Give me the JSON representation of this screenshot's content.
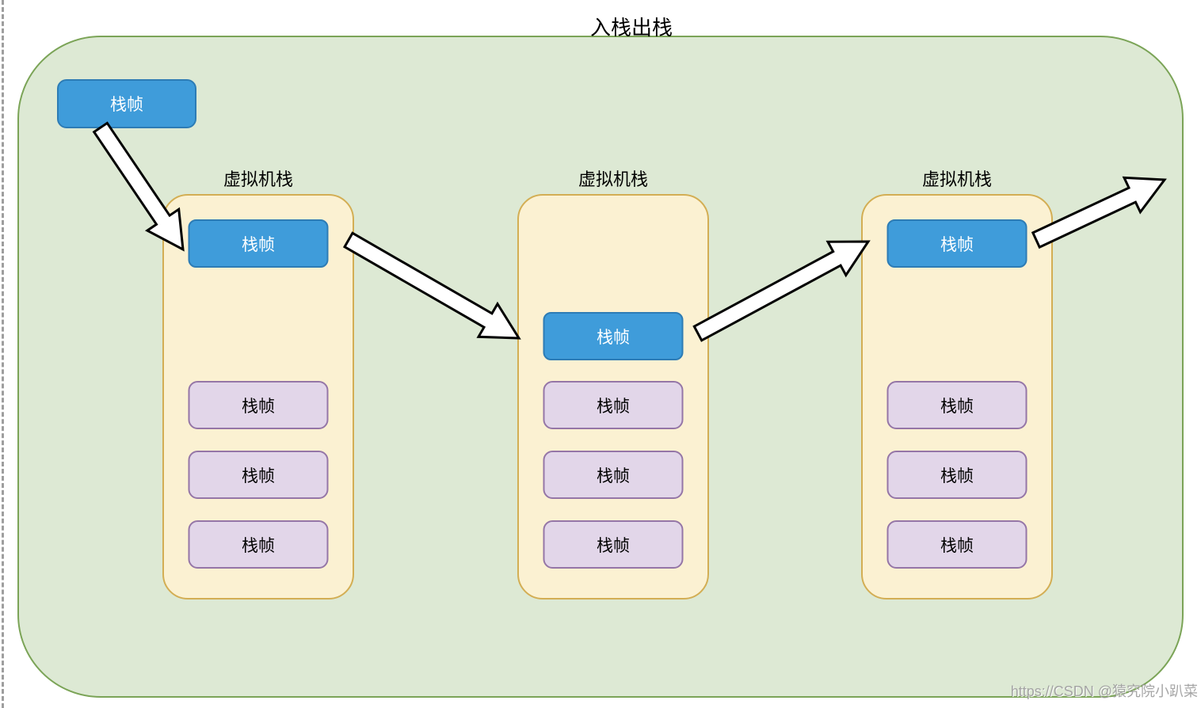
{
  "page": {
    "title": "入栈出栈",
    "watermark": "https://CSDN @猿究院小趴菜"
  },
  "diagram": {
    "incoming_frame": "栈帧",
    "stacks": [
      {
        "label": "虚拟机栈",
        "active_frame": "栈帧",
        "frames": [
          "栈帧",
          "栈帧",
          "栈帧"
        ]
      },
      {
        "label": "虚拟机栈",
        "active_frame": "栈帧",
        "frames": [
          "栈帧",
          "栈帧",
          "栈帧"
        ]
      },
      {
        "label": "虚拟机栈",
        "active_frame": "栈帧",
        "frames": [
          "栈帧",
          "栈帧",
          "栈帧"
        ]
      }
    ]
  },
  "colors": {
    "region_fill": "#dde9d4",
    "region_border": "#7ba457",
    "stack_fill": "#fbf1d2",
    "stack_border": "#d3ae54",
    "active_frame_fill": "#3f9cda",
    "active_frame_border": "#2d7cb5",
    "frame_fill": "#e2d6e9",
    "frame_border": "#9576a7",
    "arrow_fill": "#ffffff",
    "arrow_stroke": "#000000"
  }
}
